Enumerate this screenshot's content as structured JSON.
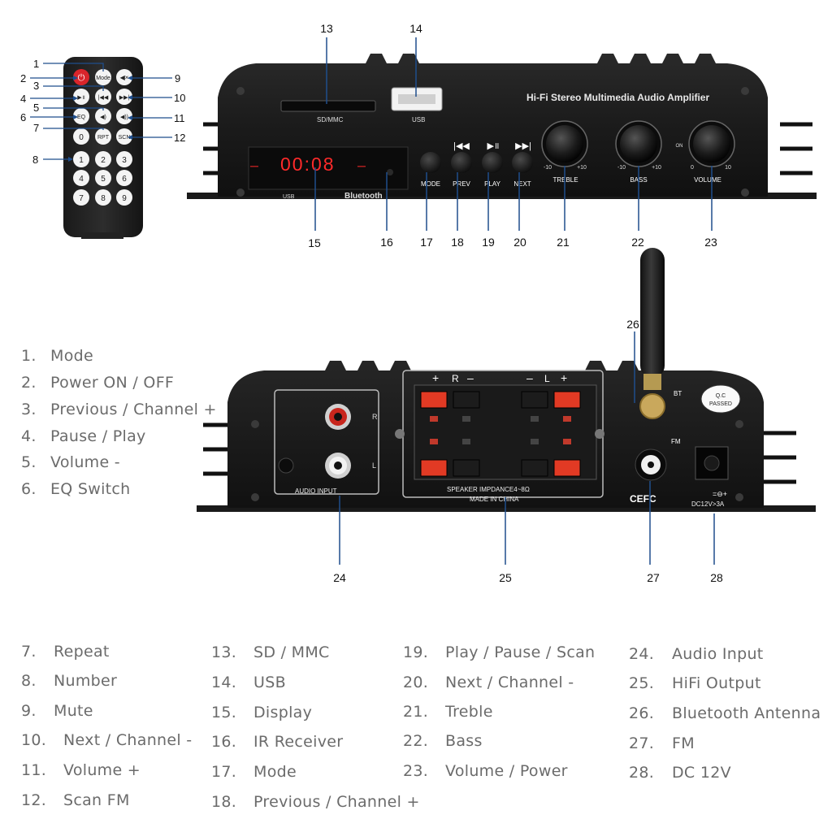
{
  "front_panel": {
    "title": "Hi-Fi Stereo Multimedia Audio Amplifier",
    "sd_label": "SD/MMC",
    "usb_label": "USB",
    "display_text": "00:08",
    "bluetooth_label": "Bluetooth",
    "usb_mark": "USB",
    "buttons": [
      "MODE",
      "PREV",
      "PLAY",
      "NEXT"
    ],
    "knobs": [
      {
        "name": "TREBLE",
        "min": "-10",
        "max": "+10"
      },
      {
        "name": "BASS",
        "min": "-10",
        "max": "+10"
      },
      {
        "name": "VOLUME",
        "min": "0",
        "max": "10"
      }
    ],
    "on_mark": "ON"
  },
  "rear_panel": {
    "audio_input_label": "AUDIO INPUT",
    "r": "R",
    "l": "L",
    "speaker_r": "R",
    "speaker_l": "L",
    "plus": "+",
    "minus": "–",
    "speaker_note_1": "SPEAKER IMPDANCE4~8Ω",
    "speaker_note_2": "MADE IN CHINA",
    "bt": "BT",
    "fm": "FM",
    "qc_1": "Q.C",
    "qc_2": "PASSED",
    "ce": "CEFC",
    "dc": "DC12V>3A"
  },
  "remote": {
    "mode": "Mode",
    "eq": "EQ",
    "rpt": "RPT",
    "scn": "SCN",
    "digits": [
      "0",
      "1",
      "2",
      "3",
      "4",
      "5",
      "6",
      "7",
      "8",
      "9"
    ]
  },
  "callouts": [
    "1",
    "2",
    "3",
    "4",
    "5",
    "6",
    "7",
    "8",
    "9",
    "10",
    "11",
    "12",
    "13",
    "14",
    "15",
    "16",
    "17",
    "18",
    "19",
    "20",
    "21",
    "22",
    "23",
    "24",
    "25",
    "26",
    "27",
    "28"
  ],
  "legend": [
    {
      "num": "1.",
      "label": "Mode"
    },
    {
      "num": "2.",
      "label": "Power ON / OFF"
    },
    {
      "num": "3.",
      "label": "Previous / Channel +"
    },
    {
      "num": "4.",
      "label": "Pause / Play"
    },
    {
      "num": "5.",
      "label": "Volume -"
    },
    {
      "num": "6.",
      "label": "EQ Switch"
    },
    {
      "num": "7.",
      "label": "Repeat"
    },
    {
      "num": "8.",
      "label": "Number"
    },
    {
      "num": "9.",
      "label": "Mute"
    },
    {
      "num": "10.",
      "label": "Next / Channel -"
    },
    {
      "num": "11.",
      "label": "Volume +"
    },
    {
      "num": "12.",
      "label": "Scan FM"
    },
    {
      "num": "13.",
      "label": "SD / MMC"
    },
    {
      "num": "14.",
      "label": "USB"
    },
    {
      "num": "15.",
      "label": "Display"
    },
    {
      "num": "16.",
      "label": "IR Receiver"
    },
    {
      "num": "17.",
      "label": "Mode"
    },
    {
      "num": "18.",
      "label": "Previous / Channel +"
    },
    {
      "num": "19.",
      "label": "Play / Pause / Scan"
    },
    {
      "num": "20.",
      "label": "Next / Channel -"
    },
    {
      "num": "21.",
      "label": "Treble"
    },
    {
      "num": "22.",
      "label": "Bass"
    },
    {
      "num": "23.",
      "label": "Volume / Power"
    },
    {
      "num": "24.",
      "label": "Audio Input"
    },
    {
      "num": "25.",
      "label": "HiFi Output"
    },
    {
      "num": "26.",
      "label": "Bluetooth Antenna"
    },
    {
      "num": "27.",
      "label": "FM"
    },
    {
      "num": "28.",
      "label": "DC 12V"
    }
  ]
}
